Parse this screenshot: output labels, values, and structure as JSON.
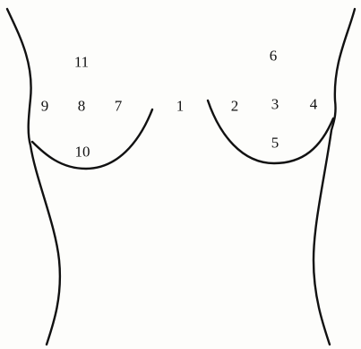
{
  "labels": {
    "r1": "1",
    "r2": "2",
    "r3": "3",
    "r4": "4",
    "r5": "5",
    "r6": "6",
    "r7": "7",
    "r8": "8",
    "r9": "9",
    "r10": "10",
    "r11": "11"
  },
  "colors": {
    "line": "#111111",
    "background": "#fdfdfb"
  }
}
